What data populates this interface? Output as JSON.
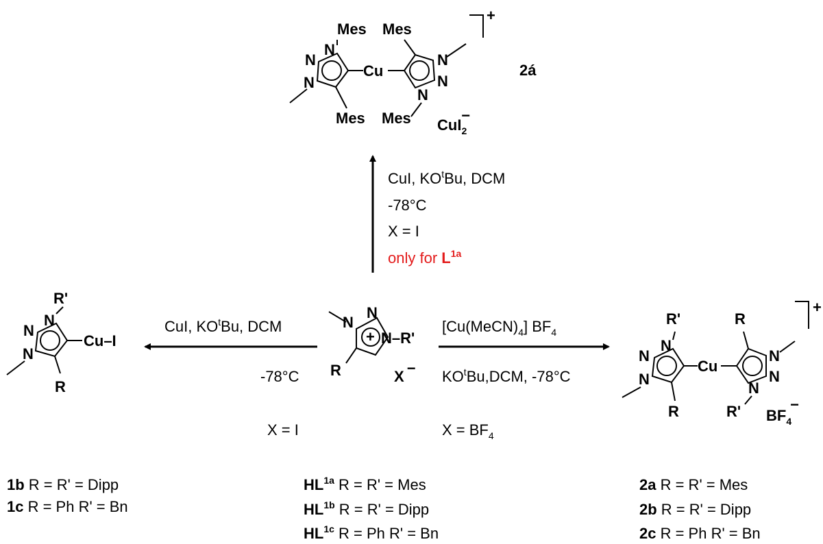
{
  "top_complex": {
    "label": "2á",
    "charge": "+",
    "counterion": "CuI",
    "counterion_sub": "2",
    "counterion_charge": "−",
    "subst_mes_1": "Mes",
    "subst_mes_2": "Mes",
    "subst_mes_3": "Mes",
    "subst_mes_4": "Mes",
    "metal": "Cu"
  },
  "up_arrow": {
    "line1_a": "CuI, KO",
    "line1_sup": "t",
    "line1_b": "Bu, DCM",
    "line2": "-78°C",
    "line3": "X = I",
    "line4_a": "only for ",
    "line4_b": "L",
    "line4_sup": "1a",
    "accent_color": "#e31b1b"
  },
  "left_arrow": {
    "above_a": "CuI, KO",
    "above_sup": "t",
    "above_b": "Bu, DCM",
    "below": "-78°C",
    "x_cond": "X = I"
  },
  "right_arrow": {
    "above_a": "[Cu(MeCN)",
    "above_sub": "4",
    "above_b": "] BF",
    "above_sub2": "4",
    "below_a": "KO",
    "below_sup": "t",
    "below_b": "Bu,DCM, -78°C",
    "x_cond_a": "X = BF",
    "x_cond_sub": "4"
  },
  "center_salt": {
    "anion": "X",
    "anion_charge": "−",
    "plus": "+",
    "r_prime": "N–R'",
    "r": "R"
  },
  "left_complex": {
    "r_prime": "R'",
    "r": "R",
    "cu_i": "Cu–I"
  },
  "right_complex": {
    "charge": "+",
    "r_prime_top": "R'",
    "r_top": "R",
    "r_bottom": "R",
    "r_prime_bottom": "R'",
    "counterion": "BF",
    "counterion_sub": "4",
    "counterion_charge": "−",
    "metal": "Cu"
  },
  "legend_left": [
    {
      "id": "1b",
      "text": " R = R' = Dipp"
    },
    {
      "id": "1c",
      "text": " R = Ph R' = Bn"
    }
  ],
  "legend_center": [
    {
      "id": "HL",
      "sup": "1a",
      "text": " R = R' = Mes"
    },
    {
      "id": "HL",
      "sup": "1b",
      "text": " R = R' = Dipp"
    },
    {
      "id": "HL",
      "sup": "1c",
      "text": " R = Ph R' = Bn"
    }
  ],
  "legend_right": [
    {
      "id": "2a",
      "text": " R = R' = Mes"
    },
    {
      "id": "2b",
      "text": " R = R' = Dipp"
    },
    {
      "id": "2c",
      "text": " R = Ph R' = Bn"
    }
  ]
}
